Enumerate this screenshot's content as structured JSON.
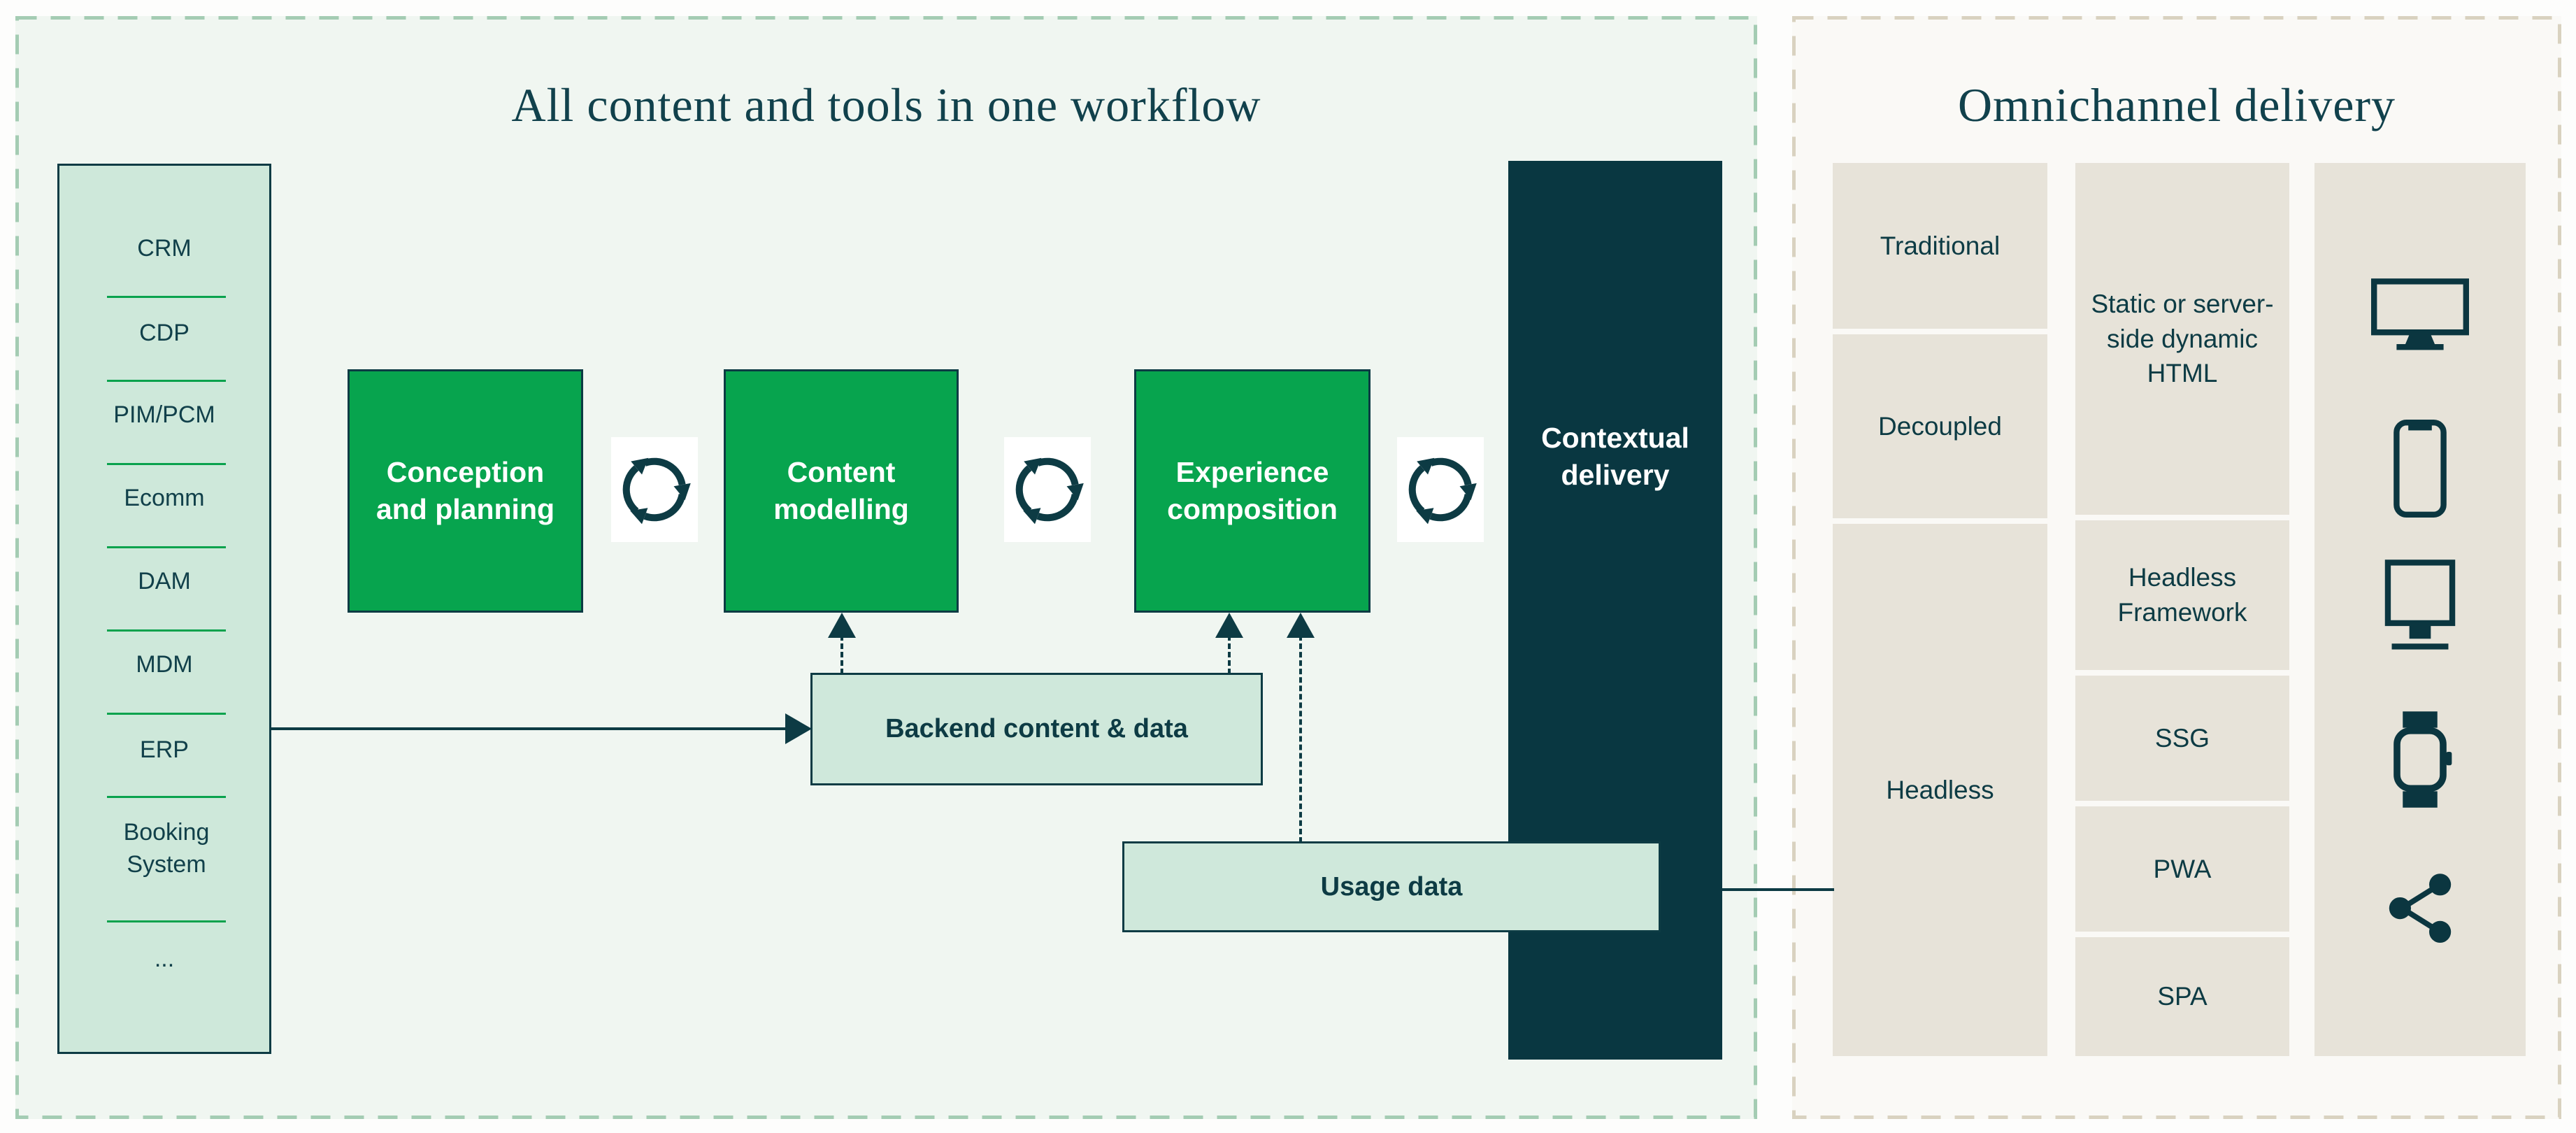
{
  "left_panel": {
    "title": "All content and tools in one workflow",
    "source_systems": [
      "CRM",
      "CDP",
      "PIM/PCM",
      "Ecomm",
      "DAM",
      "MDM",
      "ERP",
      "Booking System",
      "..."
    ],
    "stages": [
      "Conception and planning",
      "Content modelling",
      "Experience composition"
    ],
    "delivery_label": "Contextual delivery",
    "backend_label": "Backend content & data",
    "usage_label": "Usage data"
  },
  "right_panel": {
    "title": "Omnichannel delivery",
    "architectures": [
      "Traditional",
      "Decoupled",
      "Headless"
    ],
    "outputs": [
      "Static or server-side dynamic HTML",
      "Headless Framework",
      "SSG",
      "PWA",
      "SPA"
    ],
    "device_icons": [
      "desktop-monitor-icon",
      "smartphone-icon",
      "kiosk-display-icon",
      "smartwatch-icon",
      "share-network-icon"
    ]
  },
  "colors": {
    "accent_green": "#07a44e",
    "separator_green": "#0aa24d",
    "dark_teal": "#0d3b44",
    "dark_band": "#093741",
    "sidebar_fill": "#cee8da",
    "note_fill": "#cfe8db",
    "left_panel_bg": "#f0f6f1",
    "right_panel_bg": "#faf9f6",
    "cell_fill": "#e7e3d9",
    "left_panel_border": "#a4ccb3",
    "right_panel_border": "#d9d2c0"
  }
}
